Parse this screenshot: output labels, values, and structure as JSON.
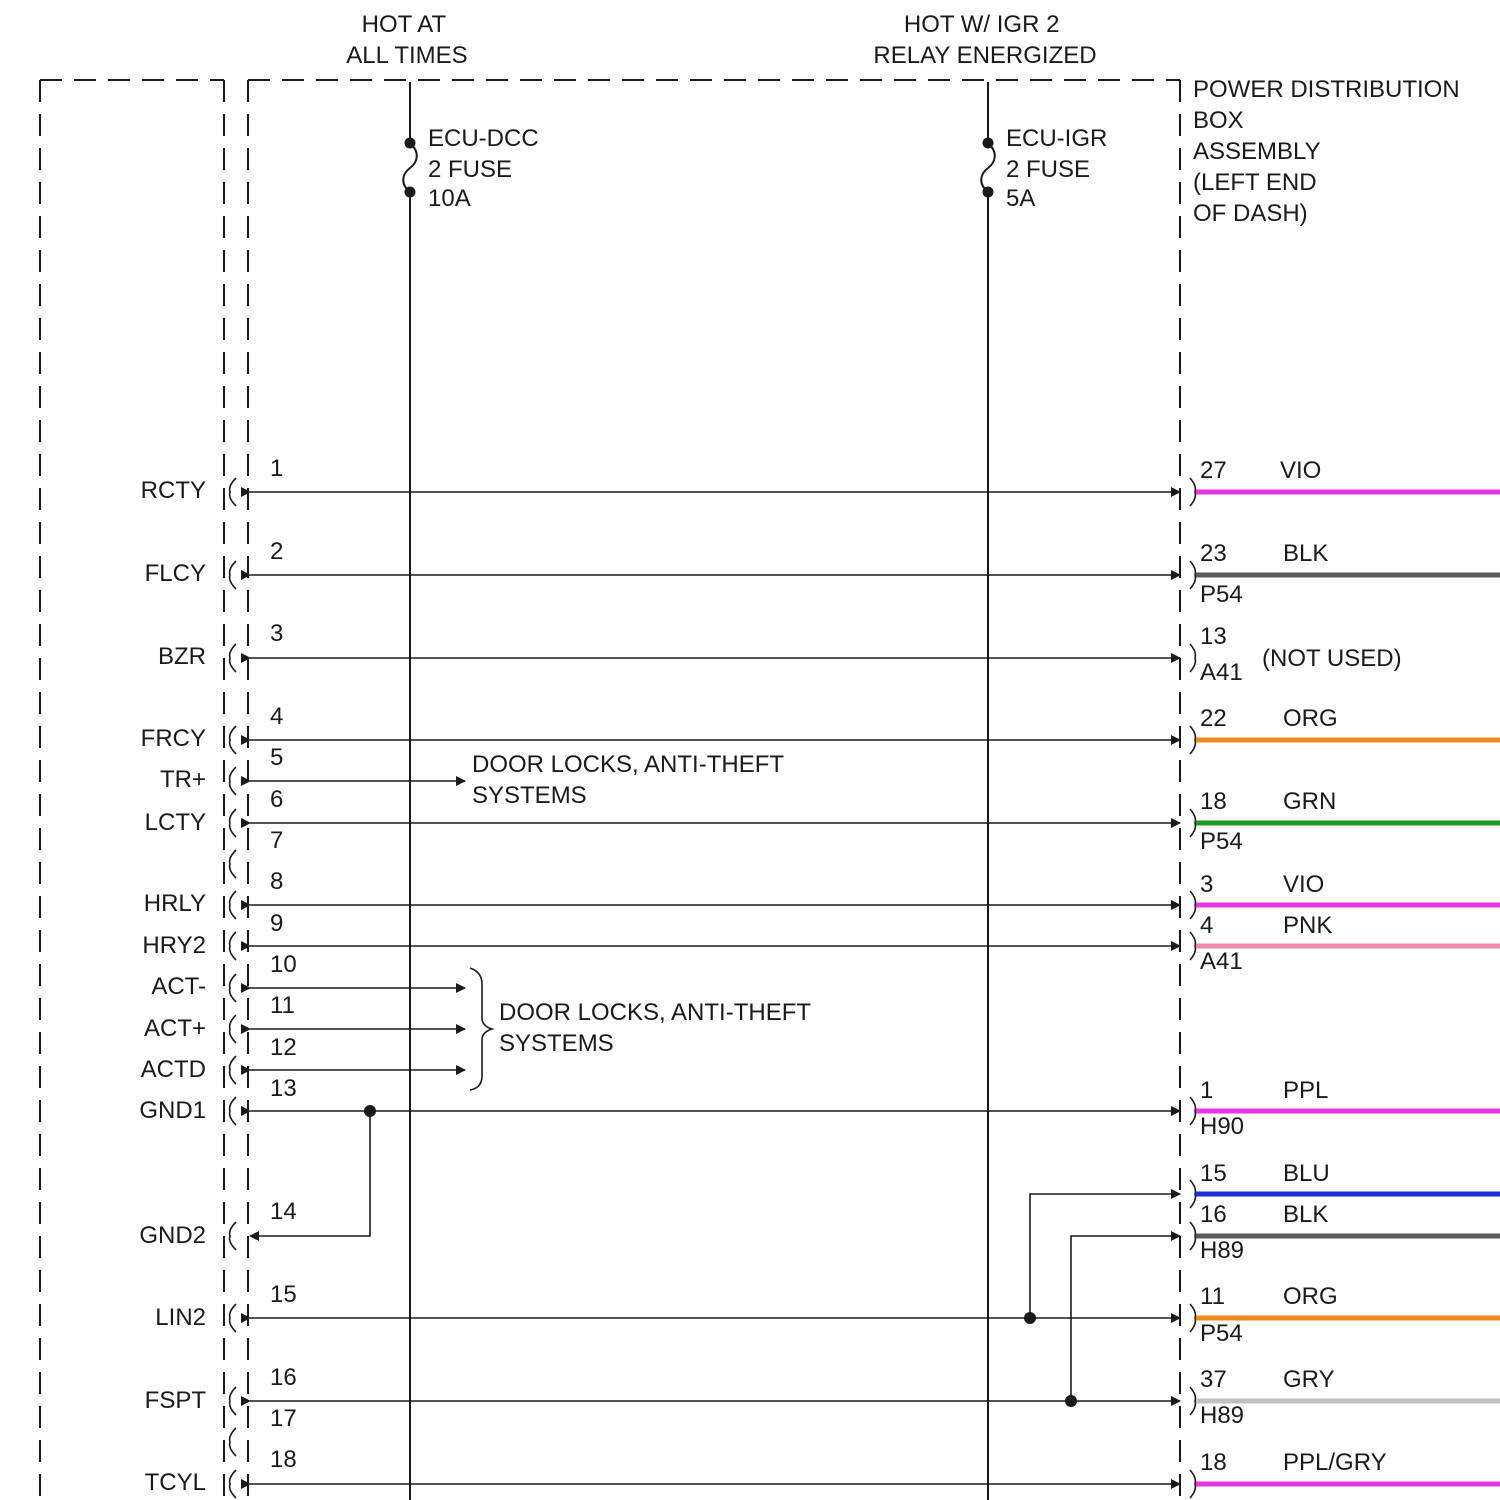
{
  "power_labels": {
    "hot_always": [
      "HOT AT",
      "ALL TIMES"
    ],
    "hot_igr": [
      "HOT W/ IGR 2",
      "RELAY ENERGIZED"
    ]
  },
  "fuses": [
    {
      "lines": [
        "ECU-DCC",
        "2 FUSE",
        "10A"
      ]
    },
    {
      "lines": [
        "ECU-IGR",
        "2 FUSE",
        "5A"
      ]
    }
  ],
  "pdb_label": [
    "POWER DISTRIBUTION",
    "BOX",
    "ASSEMBLY",
    "(LEFT END",
    "OF DASH)"
  ],
  "left_pins": [
    {
      "name": "RCTY",
      "pin": "1"
    },
    {
      "name": "FLCY",
      "pin": "2"
    },
    {
      "name": "BZR",
      "pin": "3"
    },
    {
      "name": "FRCY",
      "pin": "4"
    },
    {
      "name": "TR+",
      "pin": "5"
    },
    {
      "name": "LCTY",
      "pin": "6"
    },
    {
      "name": "",
      "pin": "7"
    },
    {
      "name": "HRLY",
      "pin": "8"
    },
    {
      "name": "HRY2",
      "pin": "9"
    },
    {
      "name": "ACT-",
      "pin": "10"
    },
    {
      "name": "ACT+",
      "pin": "11"
    },
    {
      "name": "ACTD",
      "pin": "12"
    },
    {
      "name": "GND1",
      "pin": "13"
    },
    {
      "name": "GND2",
      "pin": "14"
    },
    {
      "name": "LIN2",
      "pin": "15"
    },
    {
      "name": "FSPT",
      "pin": "16"
    },
    {
      "name": "",
      "pin": "17"
    },
    {
      "name": "TCYL",
      "pin": "18"
    }
  ],
  "right_pins": [
    {
      "pin": "27",
      "color_name": "VIO",
      "wire_color": "#e536e5"
    },
    {
      "pin": "23",
      "color_name": "BLK",
      "wire_color": "#5a5a5a"
    },
    {
      "pin": "13",
      "color_name": "",
      "wire_color": ""
    },
    {
      "pin": "22",
      "color_name": "ORG",
      "wire_color": "#f28a1e"
    },
    {
      "pin": "18",
      "color_name": "GRN",
      "wire_color": "#1f9a1f"
    },
    {
      "pin": "3",
      "color_name": "VIO",
      "wire_color": "#e536e5"
    },
    {
      "pin": "4",
      "color_name": "PNK",
      "wire_color": "#ee88b0"
    },
    {
      "pin": "1",
      "color_name": "PPL",
      "wire_color": "#e536e5"
    },
    {
      "pin": "15",
      "color_name": "BLU",
      "wire_color": "#1f2fd6"
    },
    {
      "pin": "16",
      "color_name": "BLK",
      "wire_color": "#5a5a5a"
    },
    {
      "pin": "11",
      "color_name": "ORG",
      "wire_color": "#f28a1e"
    },
    {
      "pin": "37",
      "color_name": "GRY",
      "wire_color": "#c0c0c0"
    },
    {
      "pin": "18",
      "color_name": "PPL/GRY",
      "wire_color": "#e536e5"
    }
  ],
  "connector_ids": [
    "P54",
    "A41",
    "P54",
    "A41",
    "H90",
    "H89",
    "P54",
    "H89"
  ],
  "not_used": "(NOT USED)",
  "door_locks_1": [
    "DOOR LOCKS, ANTI-THEFT",
    "SYSTEMS"
  ],
  "door_locks_2": [
    "DOOR LOCKS, ANTI-THEFT",
    "SYSTEMS"
  ]
}
